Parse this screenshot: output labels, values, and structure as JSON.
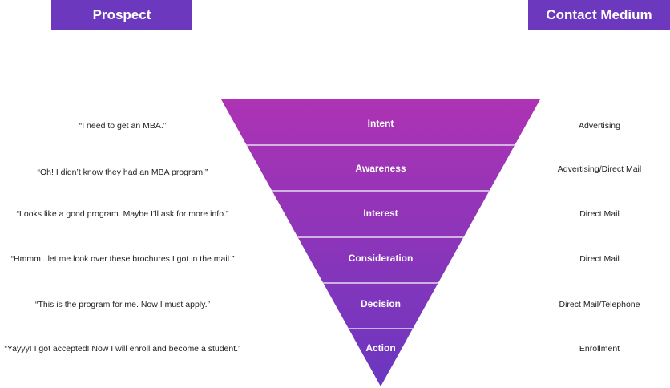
{
  "headers": {
    "prospect": "Prospect",
    "contact_medium": "Contact Medium"
  },
  "colors": {
    "header_bg": "#6b38be",
    "funnel_top": "#ad33b3",
    "funnel_bottom": "#6a37c0",
    "divider": "#e6dcf2"
  },
  "stages": [
    {
      "label": "Intent",
      "quote": "“I need to get an MBA.”",
      "medium": "Advertising"
    },
    {
      "label": "Awareness",
      "quote": "“Oh! I didn’t know they had an MBA program!”",
      "medium": "Advertising/Direct Mail"
    },
    {
      "label": "Interest",
      "quote": "“Looks like a good program. Maybe I’ll ask for more info.”",
      "medium": "Direct Mail"
    },
    {
      "label": "Consideration",
      "quote": "“Hmmm...let me look over these brochures I got in the mail.”",
      "medium": "Direct Mail"
    },
    {
      "label": "Decision",
      "quote": "“This is the program for me. Now I must apply.”",
      "medium": "Direct Mail/Telephone"
    },
    {
      "label": "Action",
      "quote": "“Yayyy! I got accepted! Now I will enroll and become a student.”",
      "medium": "Enrollment"
    }
  ]
}
